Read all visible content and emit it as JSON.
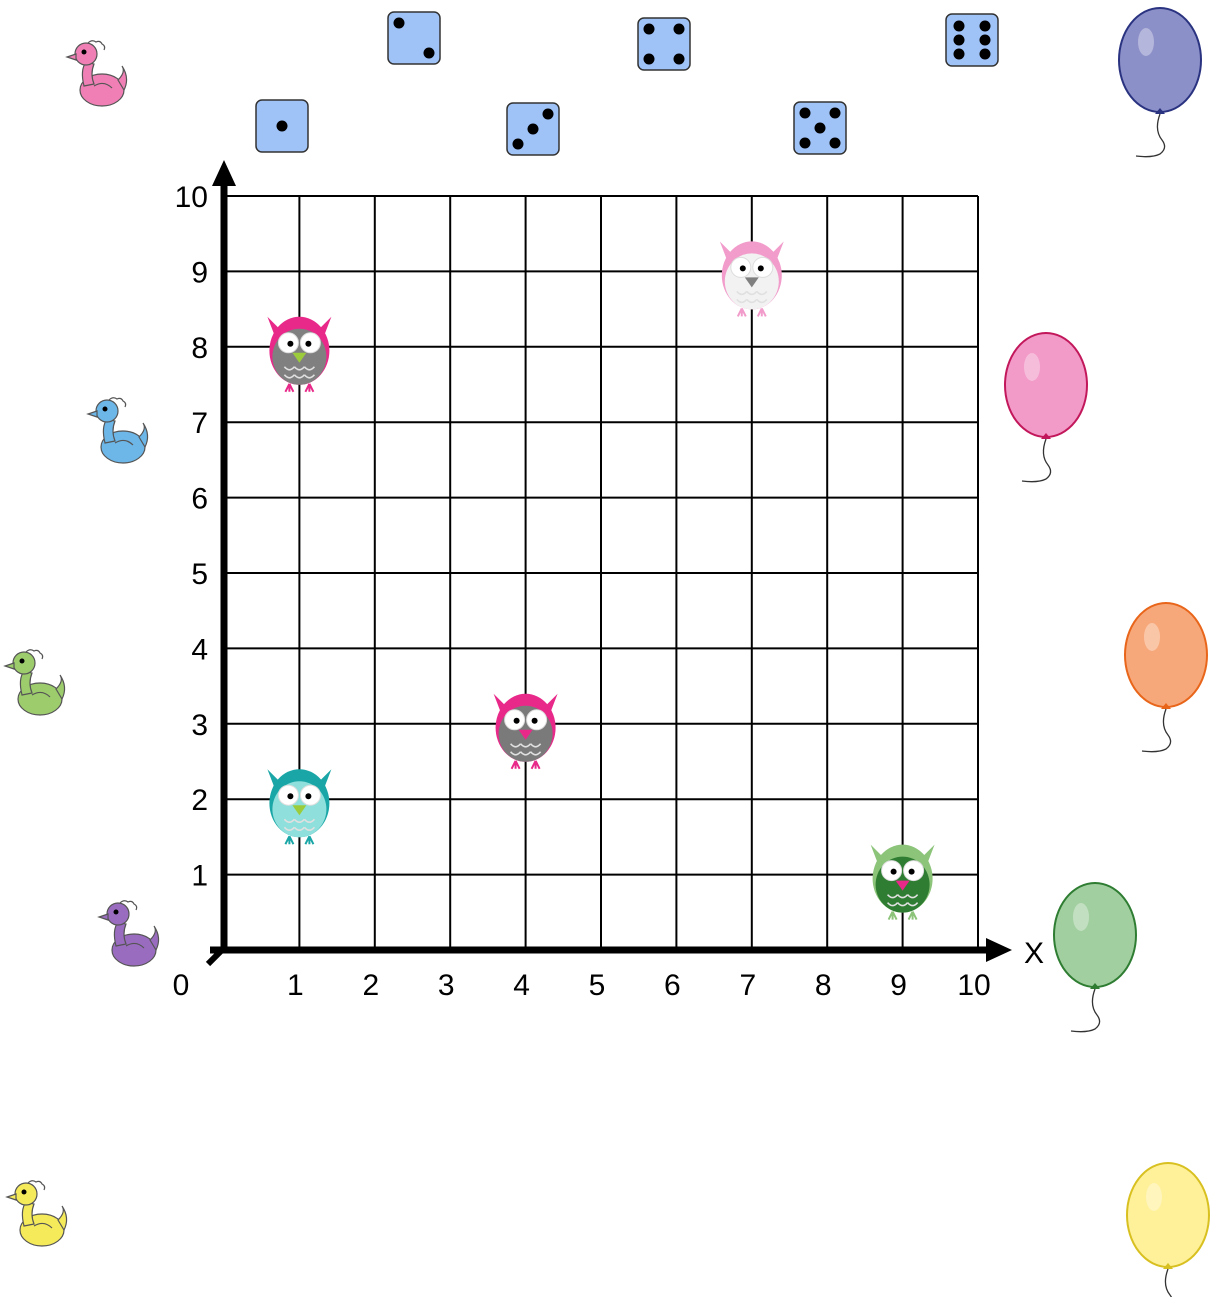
{
  "axes": {
    "origin_label": "0",
    "x_label": "X",
    "x_ticks": [
      "1",
      "2",
      "3",
      "4",
      "5",
      "6",
      "7",
      "8",
      "9",
      "10"
    ],
    "y_ticks": [
      "1",
      "2",
      "3",
      "4",
      "5",
      "6",
      "7",
      "8",
      "9",
      "10"
    ],
    "range": [
      0,
      10
    ]
  },
  "dice": [
    {
      "pips": 1,
      "color": "#9fc2f7"
    },
    {
      "pips": 2,
      "color": "#9fc2f7"
    },
    {
      "pips": 3,
      "color": "#9fc2f7"
    },
    {
      "pips": 4,
      "color": "#9fc2f7"
    },
    {
      "pips": 5,
      "color": "#9fc2f7"
    },
    {
      "pips": 6,
      "color": "#9fc2f7"
    }
  ],
  "owls": [
    {
      "x": 1,
      "y": 8,
      "body": "#808080",
      "ears": "#e8298a",
      "beak": "#9ccc3c",
      "icon": "owl-icon"
    },
    {
      "x": 7,
      "y": 9,
      "body": "#f2f2f2",
      "ears": "#f29ccb",
      "beak": "#808080",
      "icon": "owl-icon"
    },
    {
      "x": 4,
      "y": 3,
      "body": "#7a7a7a",
      "ears": "#e8298a",
      "beak": "#e8298a",
      "icon": "owl-icon"
    },
    {
      "x": 1,
      "y": 2,
      "body": "#8fe0dc",
      "ears": "#1aa6a6",
      "beak": "#9ccc3c",
      "icon": "owl-icon"
    },
    {
      "x": 9,
      "y": 1,
      "body": "#2f7d32",
      "ears": "#8cc47a",
      "beak": "#e8298a",
      "icon": "owl-icon"
    }
  ],
  "ducks": [
    {
      "color": "#ef7fb5",
      "icon": "duck-icon"
    },
    {
      "color": "#6cb6e8",
      "icon": "duck-icon"
    },
    {
      "color": "#9ccc6c",
      "icon": "duck-icon"
    },
    {
      "color": "#9a6cc0",
      "icon": "duck-icon"
    },
    {
      "color": "#f5ea5a",
      "icon": "duck-icon"
    }
  ],
  "balloons": [
    {
      "color": "#8c90c8",
      "edge": "#2a3380",
      "icon": "balloon-icon"
    },
    {
      "color": "#f29ac8",
      "edge": "#c2185b",
      "icon": "balloon-icon"
    },
    {
      "color": "#f7a87a",
      "edge": "#e8651a",
      "icon": "balloon-icon"
    },
    {
      "color": "#a2cfa0",
      "edge": "#2e7d32",
      "icon": "balloon-icon"
    },
    {
      "color": "#fff09a",
      "edge": "#d8c020",
      "icon": "balloon-icon"
    }
  ]
}
